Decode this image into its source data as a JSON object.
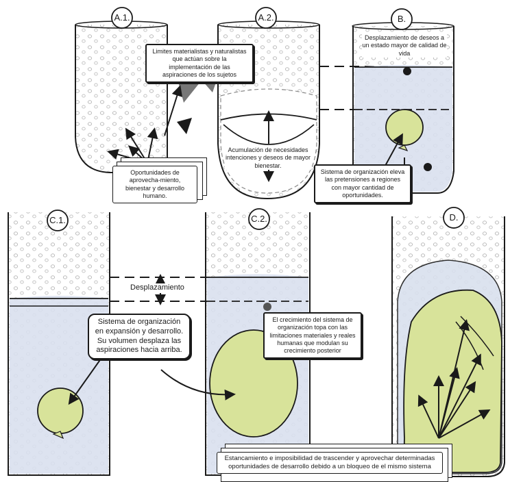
{
  "panels": {
    "a1": "A.1.",
    "a2": "A.2.",
    "b": "B.",
    "c1": "C.1.",
    "c2": "C.2.",
    "d": "D."
  },
  "labels": {
    "limites": "Limites materialistas y naturalistas que actúan sobre la implementación de las aspiraciones de los sujetos",
    "desplazamiento_deseos": "Desplazamiento de deseos a un estado mayor de calidad de vida",
    "oportunidades": "Oportunidades de aprovecha-miento, bienestar y desarrollo humano.",
    "acumulacion": "Acumulación de necesidades intenciones y deseos de mayor bienestar.",
    "sistema_eleva": "Sistema de organización eleva las pretensiones a regiones con mayor cantidad de oportunidades.",
    "desplazamiento": "Desplazamiento",
    "sistema_expansion": "Sistema de organización en expansión y desarrollo. Su volumen desplaza las aspiraciones hacia arriba.",
    "crecimiento": "El crecimiento del sistema de organización topa con las limitaciones materiales y reales humanas que modulan su crecimiento posterior",
    "estancamiento": "Estancamiento e imposibilidad de trascender y aprovechar determinadas oportunidades de desarrollo debido a un bloqueo de el mismo sistema"
  },
  "colors": {
    "water": "#d9e0ee",
    "ball": "#d8e39a",
    "ink": "#1a1a1a",
    "bubble": "#c9c9c9"
  }
}
